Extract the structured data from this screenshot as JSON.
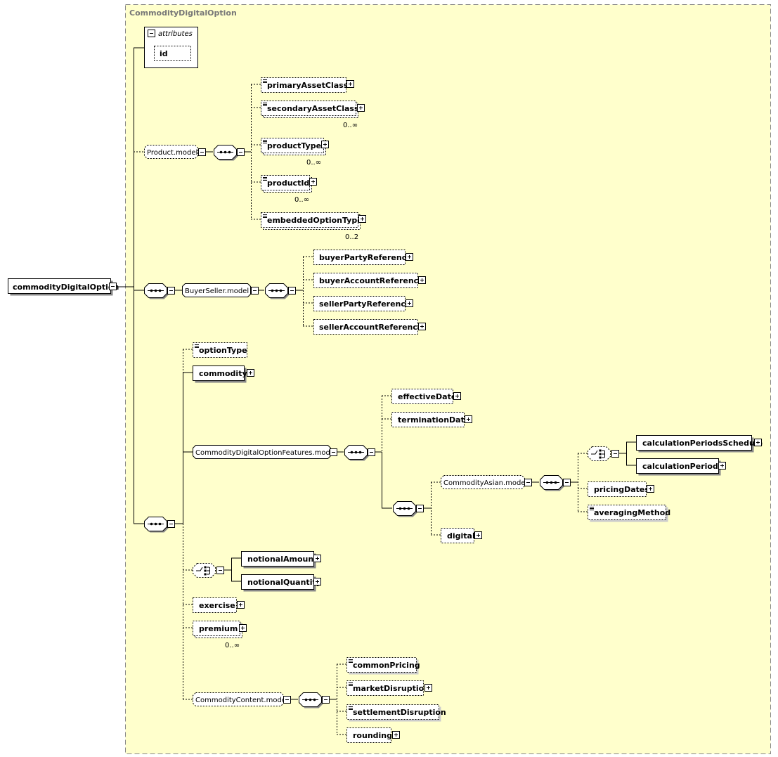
{
  "type_box": {
    "label": "CommodityDigitalOption"
  },
  "root": {
    "label": "commodityDigitalOption"
  },
  "attributes": {
    "header": "attributes",
    "items": [
      "id"
    ]
  },
  "product_model": {
    "label": "Product.model",
    "elements": [
      {
        "label": "primaryAssetClass",
        "card": ""
      },
      {
        "label": "secondaryAssetClass",
        "card": "0..∞"
      },
      {
        "label": "productType",
        "card": "0..∞"
      },
      {
        "label": "productId",
        "card": "0..∞"
      },
      {
        "label": "embeddedOptionType",
        "card": "0..2"
      }
    ]
  },
  "buyer_seller_model": {
    "label": "BuyerSeller.model",
    "elements": [
      "buyerPartyReference",
      "buyerAccountReference",
      "sellerPartyReference",
      "sellerAccountReference"
    ]
  },
  "main_sequence": {
    "option_type": "optionType",
    "commodity": "commodity",
    "features_model": "CommodityDigitalOptionFeatures.model",
    "effective_date": "effectiveDate",
    "termination_date": "terminationDate",
    "asian_model": "CommodityAsian.model",
    "calc_periods_schedule": "calculationPeriodsSchedule",
    "calc_periods": "calculationPeriods",
    "pricing_dates": "pricingDates",
    "averaging_method": "averagingMethod",
    "digital": "digital",
    "notional_amount": "notionalAmount",
    "notional_quantity": "notionalQuantity",
    "exercise": "exercise",
    "premium": "premium",
    "premium_card": "0..∞",
    "content_model": "CommodityContent.model",
    "common_pricing": "commonPricing",
    "market_disruption": "marketDisruption",
    "settlement_disruption": "settlementDisruption",
    "rounding": "rounding"
  },
  "colors": {
    "background": "#FFFFCC",
    "border": "#888888",
    "box": "#FFFFFF",
    "line": "#000000",
    "title": "#777777"
  }
}
